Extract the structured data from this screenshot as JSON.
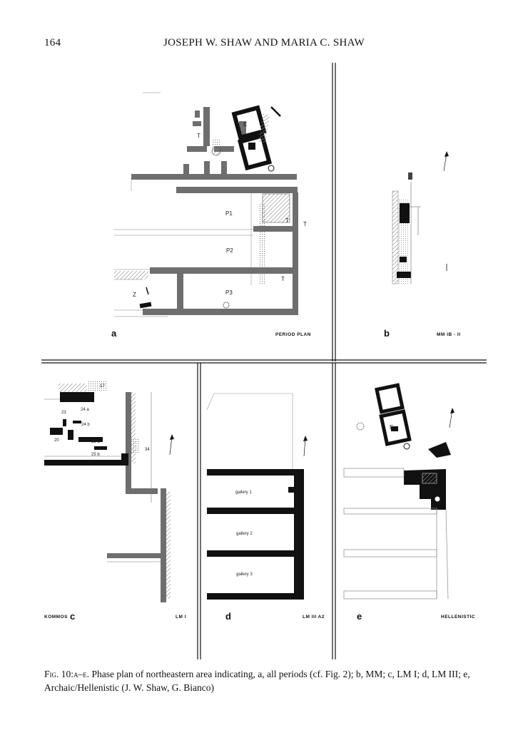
{
  "header": {
    "page_number": "164",
    "running_title": "JOSEPH W. SHAW AND MARIA C. SHAW"
  },
  "panels": {
    "a": {
      "letter": "a",
      "title": "PERIOD PLAN",
      "labels": {
        "e": "E",
        "t1": "T",
        "t2": "T",
        "t3": "T",
        "t4": "T",
        "p1": "P1",
        "p2": "P2",
        "p3": "P3",
        "z": "Z"
      }
    },
    "b": {
      "letter": "b",
      "title": "MM IB - II"
    },
    "c": {
      "letter": "c",
      "title": "LM I",
      "site": "KOMMOS",
      "labels": {
        "r17": "17",
        "r23": "23",
        "r24a": "24 a",
        "r24b": "24 b",
        "r20": "20",
        "r25a": "25 a",
        "r25b": "25 b",
        "r34": "34"
      }
    },
    "d": {
      "letter": "d",
      "title": "LM III A2",
      "labels": {
        "g1": "gallery 1",
        "g2": "gallery 2",
        "g3": "gallery 3"
      }
    },
    "e": {
      "letter": "e",
      "title": "HELLENISTIC",
      "labels": {
        "e": "E"
      }
    }
  },
  "caption": {
    "lead": "Fig. 10:a–e.",
    "text": "Phase plan of northeastern area indicating, a, all periods (cf. Fig. 2); b, MM; c, LM I; d, LM III; e, Archaic/Hellenistic (J. W. Shaw, G. Bianco)"
  },
  "colors": {
    "ink": "#111111",
    "wall_gray": "#6e6e6e",
    "hatch": "#9a9a9a"
  }
}
